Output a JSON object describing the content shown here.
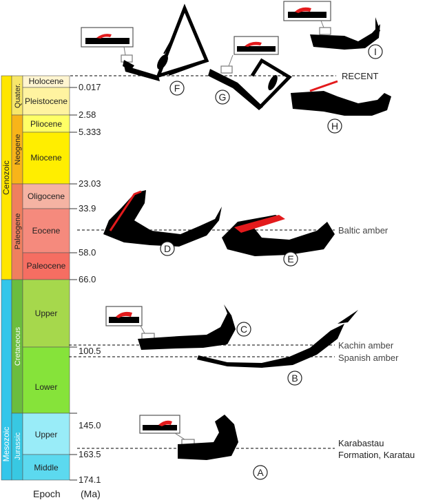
{
  "colors": {
    "era_cenozoic": "#ffe600",
    "era_mesozoic": "#33c6ea",
    "period_quaternary": "#f7e66a",
    "period_neogene": "#f8b419",
    "period_paleogene": "#ef7f5f",
    "period_cretaceous": "#6bbd3e",
    "period_jurassic": "#38c8e2",
    "epoch_holocene": "#fff5d0",
    "epoch_pleistocene": "#fff3a0",
    "epoch_pliocene": "#ffff66",
    "epoch_miocene": "#ffee00",
    "epoch_oligocene": "#f5b3a3",
    "epoch_eocene": "#f58a7d",
    "epoch_paleocene": "#f56e62",
    "epoch_upper_cretaceous": "#a6d84c",
    "epoch_lower_cretaceous": "#86e33a",
    "epoch_upper_jurassic": "#99ecf8",
    "epoch_middle_jurassic": "#5cd9ef",
    "fossil": "#000000",
    "highlight": "#e31a1c"
  },
  "eras": [
    {
      "label": "Cenozoic",
      "color_key": "era_cenozoic"
    },
    {
      "label": "Mesozoic",
      "color_key": "era_mesozoic"
    }
  ],
  "periods": [
    {
      "label": "Quater.",
      "color_key": "period_quaternary"
    },
    {
      "label": "Neogene",
      "color_key": "period_neogene"
    },
    {
      "label": "Paleogene",
      "color_key": "period_paleogene"
    },
    {
      "label": "Cretaceous",
      "color_key": "period_cretaceous"
    },
    {
      "label": "Jurassic",
      "color_key": "period_jurassic"
    }
  ],
  "epochs": [
    {
      "label": "Holocene"
    },
    {
      "label": "Pleistocene"
    },
    {
      "label": "Pliocene"
    },
    {
      "label": "Miocene"
    },
    {
      "label": "Oligocene"
    },
    {
      "label": "Eocene"
    },
    {
      "label": "Paleocene"
    },
    {
      "label": "Upper"
    },
    {
      "label": "Lower"
    },
    {
      "label": "Upper"
    },
    {
      "label": "Middle"
    }
  ],
  "ages": [
    "0.017",
    "2.58",
    "5.333",
    "23.03",
    "33.9",
    "58.0",
    "66.0",
    "100.5",
    "145.0",
    "163.5",
    "174.1"
  ],
  "axis_labels": {
    "epoch": "Epoch",
    "ma": "(Ma)"
  },
  "deposits": [
    {
      "label": "RECENT"
    },
    {
      "label": "Baltic amber"
    },
    {
      "label": "Kachin amber"
    },
    {
      "label": "Spanish amber"
    },
    {
      "label_line1": "Karabastau",
      "label_line2": "Formation, Karatau"
    }
  ],
  "specimens": [
    "A",
    "B",
    "C",
    "D",
    "E",
    "F",
    "G",
    "H",
    "I"
  ]
}
